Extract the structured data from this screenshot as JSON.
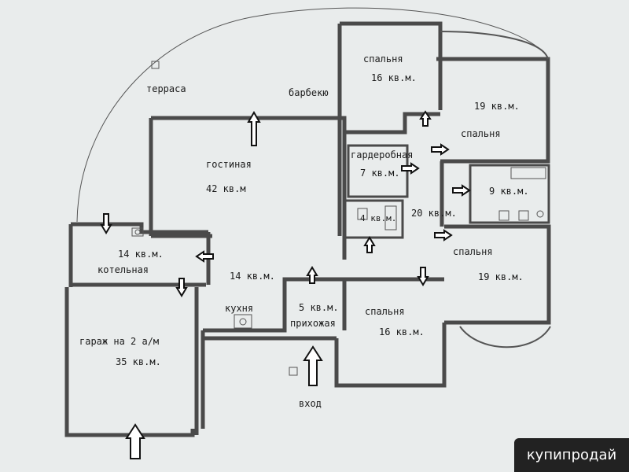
{
  "rooms": [
    {
      "name": "терраса",
      "area": ""
    },
    {
      "name": "барбекю",
      "area": ""
    },
    {
      "name": "спальня",
      "area": "16 кв.м."
    },
    {
      "name": "спальня",
      "area": "19 кв.м."
    },
    {
      "name": "гостиная",
      "area": "42 кв.м"
    },
    {
      "name": "гардеробная",
      "area": "7 кв.м."
    },
    {
      "name": "",
      "area": "9 кв.м."
    },
    {
      "name": "",
      "area": "4 кв.м."
    },
    {
      "name": "",
      "area": "20 кв.м."
    },
    {
      "name": "котельная",
      "area": "14 кв.м."
    },
    {
      "name": "спальня",
      "area": "19 кв.м."
    },
    {
      "name": "",
      "area": "14 кв.м."
    },
    {
      "name": "кухня",
      "area": ""
    },
    {
      "name": "прихожая",
      "area": "5 кв.м."
    },
    {
      "name": "спальня",
      "area": "16 кв.м."
    },
    {
      "name": "гараж на 2 а/м",
      "area": "35 кв.м."
    },
    {
      "name": "вход",
      "area": ""
    }
  ],
  "watermark": "купипродай",
  "colors": {
    "background": "#e9ecec",
    "wall": "#4a4a4a",
    "arrow": "#111111"
  }
}
